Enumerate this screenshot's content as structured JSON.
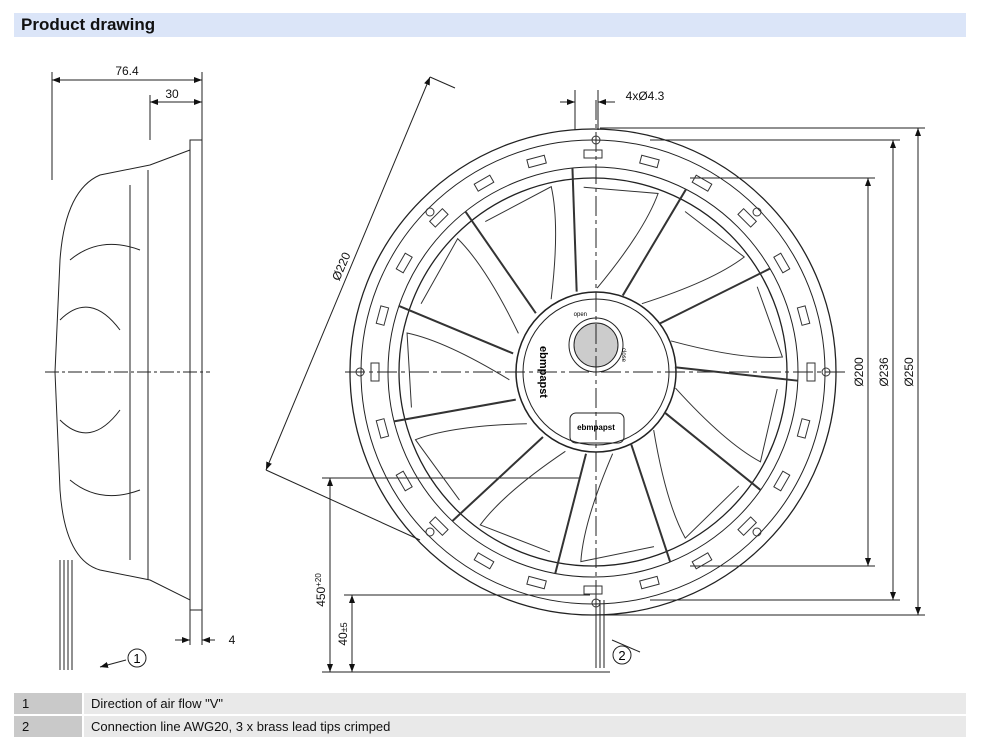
{
  "header": {
    "title": "Product drawing"
  },
  "dimensions": {
    "d76": "76.4",
    "d30": "30",
    "d4": "4",
    "holes": "4xØ4.3",
    "dia220": "Ø220",
    "dia200": "Ø200",
    "dia236": "Ø236",
    "dia250": "Ø250",
    "len450": "450",
    "len450_tol": "+20",
    "len40": "40",
    "len40_tol": "±5"
  },
  "drawing": {
    "hub_brand": "ebmpapst",
    "open": "open",
    "close": "close"
  },
  "callouts": [
    "1",
    "2"
  ],
  "legend": [
    {
      "num": "1",
      "text": "Direction of air flow \"V\""
    },
    {
      "num": "2",
      "text": "Connection line AWG20, 3 x brass lead tips crimped"
    }
  ]
}
